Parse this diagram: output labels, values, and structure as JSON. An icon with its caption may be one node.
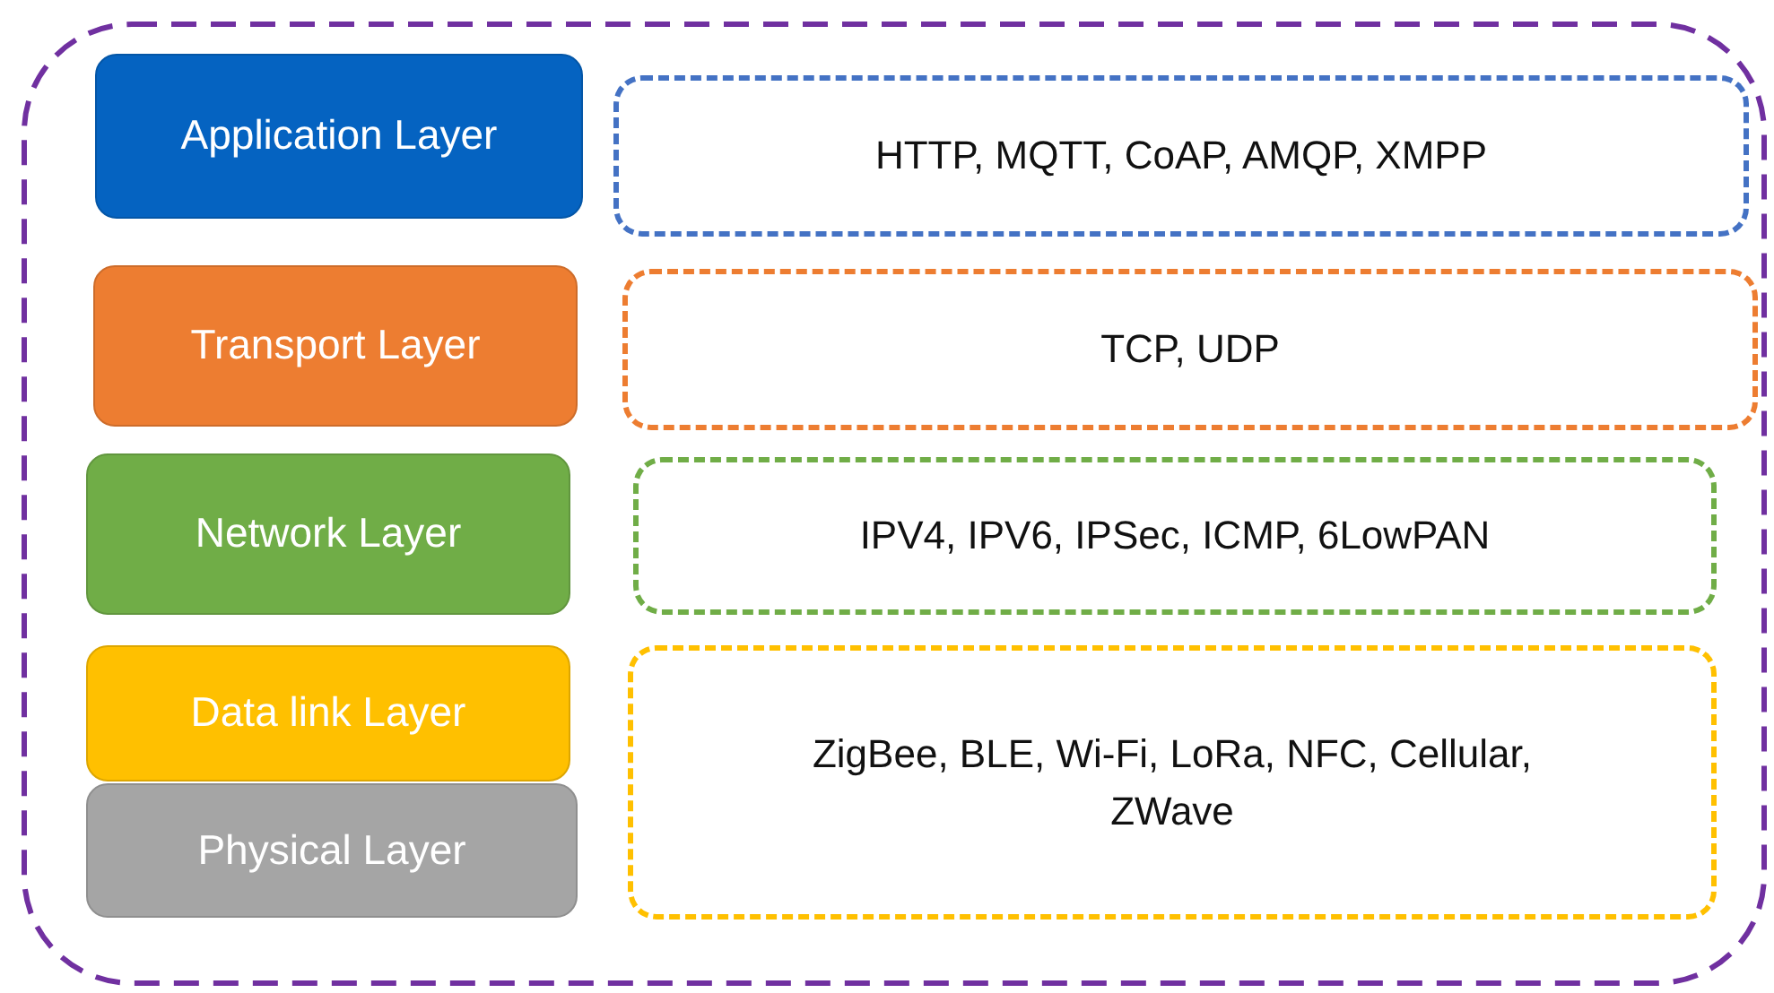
{
  "diagram": {
    "nodes": [
      {
        "text": [],
        "shape": "box"
      },
      {
        "text": [
          "Application Layer"
        ],
        "in": 0
      },
      {
        "text": [
          "HTTP, MQTT, CoAP, AMQP, XMPP"
        ],
        "in": 0
      },
      {
        "text": [
          "Transport Layer"
        ],
        "in": 0
      },
      {
        "text": [
          "TCP, UDP"
        ],
        "in": 0
      },
      {
        "text": [
          "Network Layer"
        ],
        "in": 0
      },
      {
        "text": [
          "IPV4, IPV6, IPSec, ICMP, 6LowPAN"
        ],
        "in": 0
      },
      {
        "text": [
          "Data link Layer"
        ],
        "in": 0
      },
      {
        "text": [
          "ZigBee, BLE, Wi-Fi, LoRa, NFC, Cellular, ZWave"
        ],
        "in": 0
      },
      {
        "text": [
          "Physical Layer"
        ],
        "in": 0
      }
    ]
  }
}
